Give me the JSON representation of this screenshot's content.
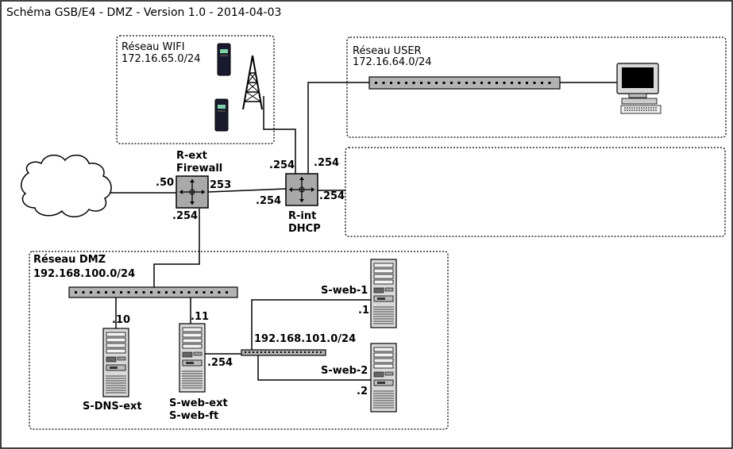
{
  "title": "Schéma GSB/E4 - DMZ - Version 1.0 - 2014-04-03",
  "zones": {
    "wifi": {
      "name": "Réseau WIFI",
      "subnet": "172.16.65.0/24"
    },
    "user": {
      "name": "Réseau USER",
      "subnet": "172.16.64.0/24"
    },
    "dmz": {
      "name": "Réseau DMZ",
      "subnet": "192.168.100.0/24"
    },
    "empty": {
      "name": ""
    }
  },
  "routers": {
    "r_ext": {
      "name": "R-ext",
      "role": "Firewall"
    },
    "r_int": {
      "name": "R-int",
      "role": "DHCP"
    }
  },
  "interfaces": {
    "rext_internet": ".50",
    "rext_to_rint": "253",
    "rext_dmz": ".254",
    "rint_from_rext": ".254",
    "rint_wifi": ".254",
    "rint_user": ".254",
    "rint_right": ".254"
  },
  "servers": {
    "dns": {
      "name": "S-DNS-ext",
      "ip": ".10"
    },
    "web_ext": {
      "name1": "S-web-ext",
      "name2": "S-web-ft",
      "ip": ".11",
      "ip2": ".254"
    },
    "web1": {
      "name": "S-web-1",
      "ip": ".1"
    },
    "web2": {
      "name": "S-web-2",
      "ip": ".2"
    }
  },
  "subnet_web": "192.168.101.0/24",
  "icons": {
    "cloud": "internet-cloud-icon",
    "router": "router-icon",
    "switch": "switch-icon",
    "server": "server-tower-icon",
    "phone": "mobile-device-icon",
    "antenna": "antenna-tower-icon",
    "workstation": "workstation-icon"
  }
}
